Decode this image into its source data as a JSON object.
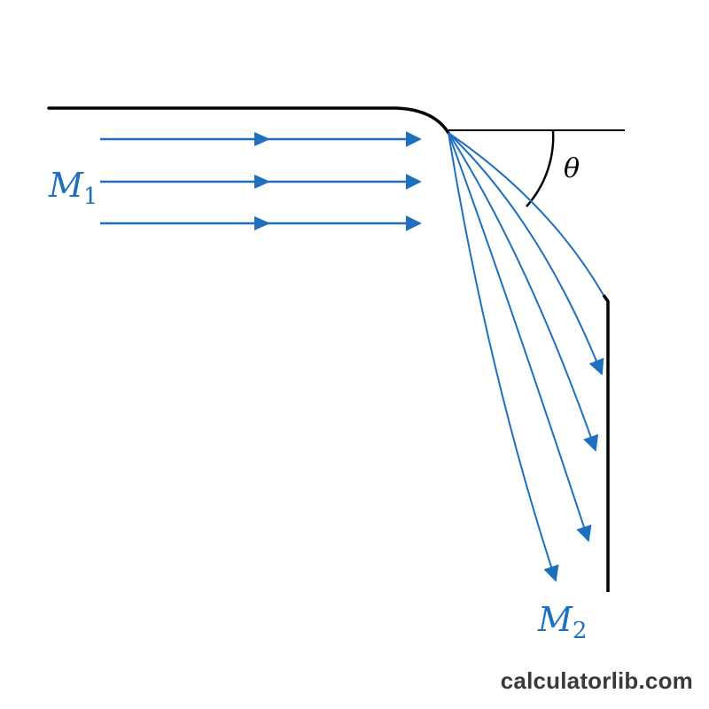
{
  "labels": {
    "upstream_mach": "M",
    "upstream_mach_sub": "1",
    "downstream_mach": "M",
    "downstream_mach_sub": "2",
    "angle": "θ"
  },
  "colors": {
    "flow": "#1f6fbf",
    "wall": "#000000",
    "watermark": "#3a3a3a"
  },
  "watermark": "calculatorlib.com"
}
